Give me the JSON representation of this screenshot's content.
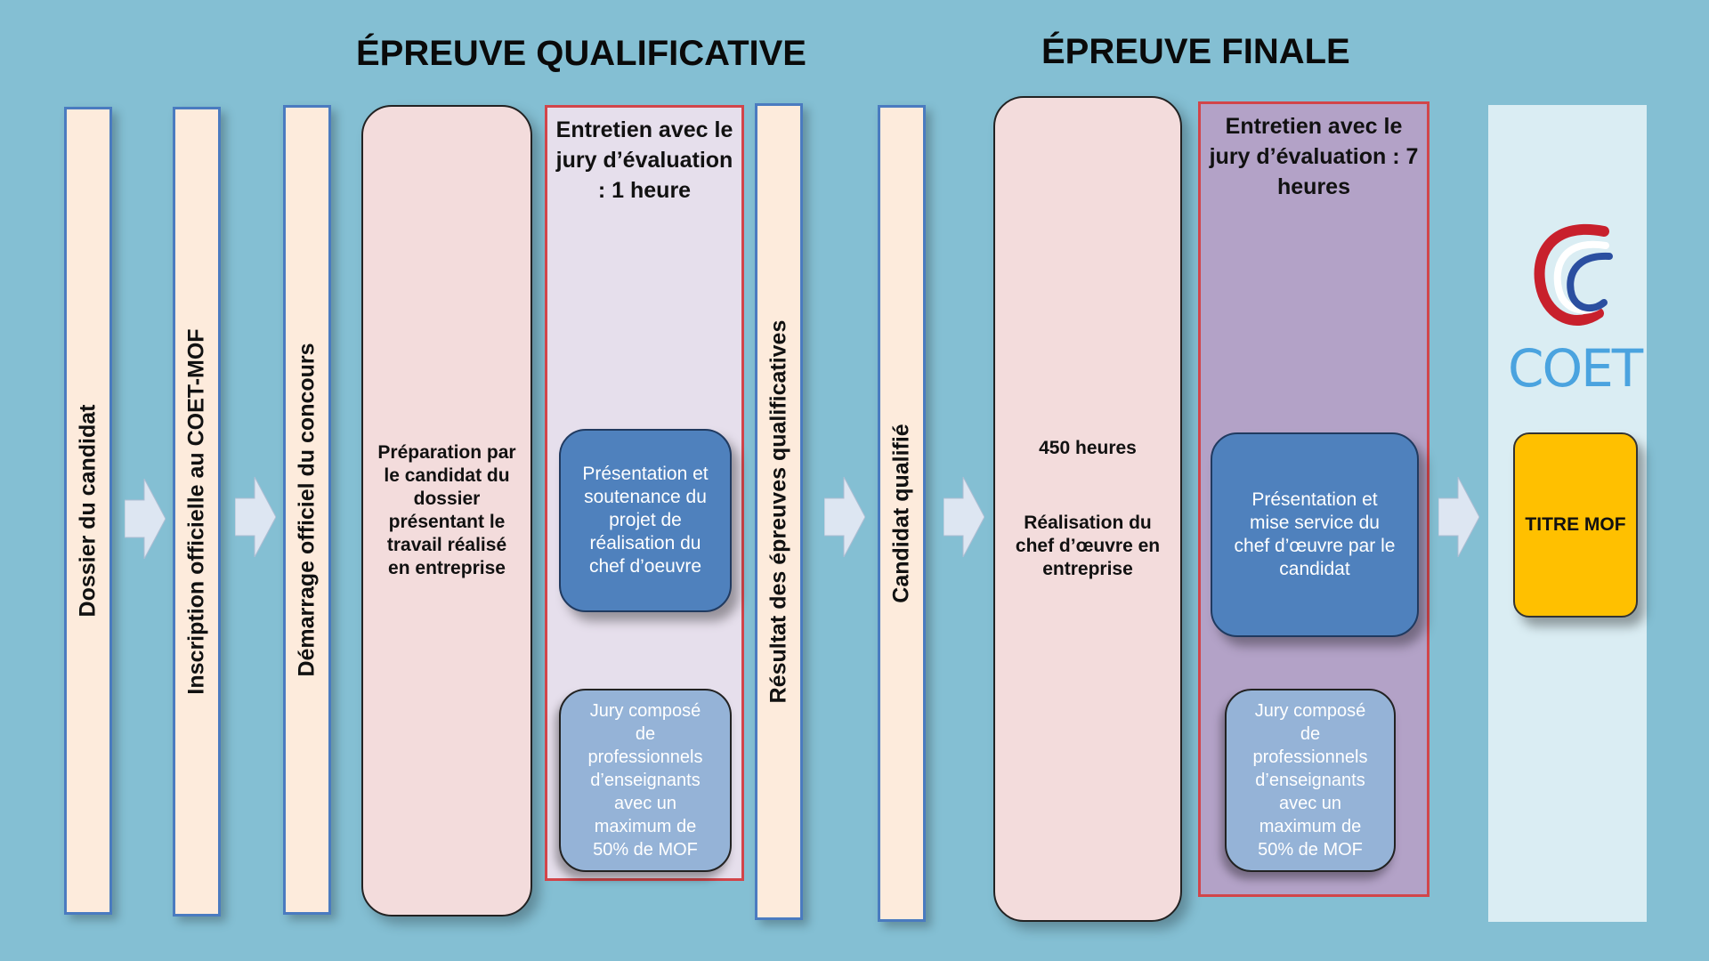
{
  "headings": {
    "qualifying": "ÉPREUVE QUALIFICATIVE",
    "final": "ÉPREUVE FINALE"
  },
  "columns": {
    "dossier": "Dossier du candidat",
    "inscription": "Inscription officielle au COET-MOF",
    "demarrage": "Démarrage officiel du concours",
    "resultat": "Résultat des épreuves qualificatives",
    "candidat": "Candidat qualifié"
  },
  "qualifying": {
    "preparation": [
      "Préparation par",
      "le candidat du",
      "dossier",
      "présentant le",
      "travail réalisé",
      "en entreprise"
    ],
    "panel_title": [
      "Entretien avec le",
      "jury d’évaluation",
      ":  1 heure"
    ],
    "presentation": [
      "Présentation et",
      "soutenance du",
      "projet de",
      "réalisation du",
      "chef d’oeuvre"
    ],
    "jury": [
      "Jury composé",
      "de",
      "professionnels",
      "d’enseignants",
      "avec un",
      "maximum de",
      "50% de MOF"
    ]
  },
  "final": {
    "hours": "450 heures",
    "realisation": [
      "Réalisation du",
      "chef d’œuvre en",
      "entreprise"
    ],
    "panel_title": [
      "Entretien avec le",
      "jury d’évaluation : 7",
      "heures"
    ],
    "presentation": [
      "Présentation et",
      "mise service du",
      "chef d’œuvre par le",
      "candidat"
    ],
    "jury": [
      "Jury composé",
      "de",
      "professionnels",
      "d’enseignants",
      "avec un",
      "maximum de",
      "50% de MOF"
    ]
  },
  "logo": {
    "text": "COET"
  },
  "result": {
    "label": "TITRE MOF"
  },
  "colors": {
    "background": "#84bfd3",
    "column_fill": "#fdebdc",
    "column_border": "#4a7bc0",
    "qualifying_panel": "#e6dfec",
    "final_panel": "#b3a2c7",
    "panel_border": "#d2454a",
    "blue_box": "#4f81bd",
    "light_box": "#95b3d7",
    "titre": "#ffc000"
  }
}
